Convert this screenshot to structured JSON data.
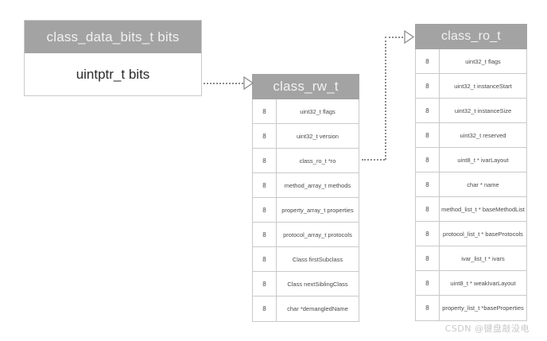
{
  "diagram": {
    "title": "Objective-C class data structures",
    "colors": {
      "header_fill": "#a3a3a3",
      "header_text": "#f2f2f2",
      "border": "#c9c9c9",
      "body_text": "#4a4a4a",
      "connector": "#8c8c8c",
      "watermark": "#c8c8c8"
    }
  },
  "bits_box": {
    "header": "class_data_bits_t bits",
    "body": "uintptr_t bits"
  },
  "rw_table": {
    "header": "class_rw_t",
    "rows": [
      {
        "size": "8",
        "name": "uint32_t flags"
      },
      {
        "size": "8",
        "name": "uint32_t version"
      },
      {
        "size": "8",
        "name": "class_ro_t *ro"
      },
      {
        "size": "8",
        "name": "method_array_t methods"
      },
      {
        "size": "8",
        "name": "property_array_t properties"
      },
      {
        "size": "8",
        "name": "protocol_array_t protocols"
      },
      {
        "size": "8",
        "name": "Class firstSubclass"
      },
      {
        "size": "8",
        "name": "Class nextSiblingClass"
      },
      {
        "size": "8",
        "name": "char *demangledName"
      }
    ]
  },
  "ro_table": {
    "header": "class_ro_t",
    "rows": [
      {
        "size": "8",
        "name": "uint32_t flags"
      },
      {
        "size": "8",
        "name": "uint32_t instanceStart"
      },
      {
        "size": "8",
        "name": "uint32_t instanceSize"
      },
      {
        "size": "8",
        "name": "uint32_t reserved"
      },
      {
        "size": "8",
        "name": "uint8_t * ivarLayout"
      },
      {
        "size": "8",
        "name": "char * name"
      },
      {
        "size": "8",
        "name": "method_list_t * baseMethodList"
      },
      {
        "size": "8",
        "name": "protocol_list_t * baseProtocols"
      },
      {
        "size": "8",
        "name": "ivar_list_t * ivars"
      },
      {
        "size": "8",
        "name": "uint8_t * weakIvarLayout"
      },
      {
        "size": "8",
        "name": "property_list_t *baseProperties"
      }
    ]
  },
  "connectors": [
    {
      "id": "bits-to-rw",
      "from": "class_data_bits_t bits",
      "to": "class_rw_t",
      "style": "dotted-arrow"
    },
    {
      "id": "ro-pointer-to-ro",
      "from": "class_ro_t *ro",
      "to": "class_ro_t",
      "style": "dotted-arrow"
    }
  ],
  "watermark": {
    "text": "CSDN @键盘敲没电"
  }
}
